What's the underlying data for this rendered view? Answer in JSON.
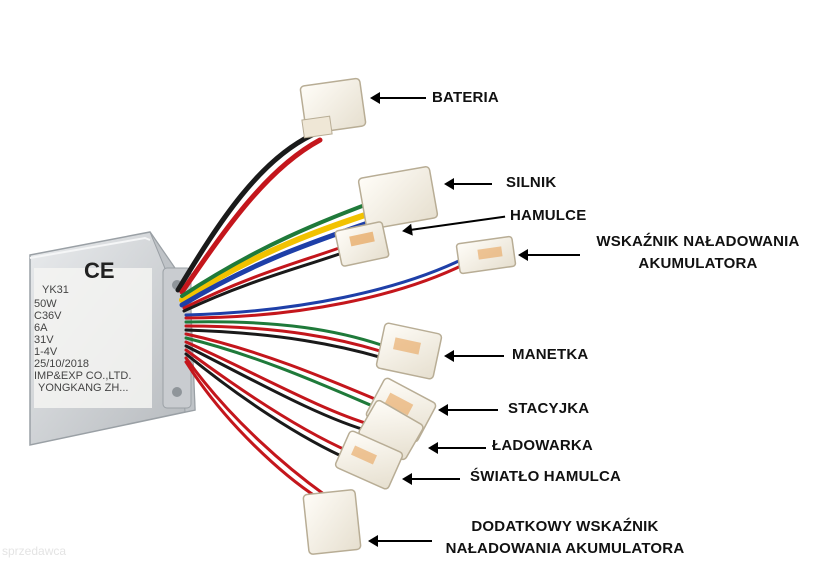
{
  "labels": {
    "bateria": "BATERIA",
    "silnik": "SILNIK",
    "hamulce": "HAMULCE",
    "wskaznik_line1": "WSKAŹNIK NAŁADOWANIA",
    "wskaznik_line2": "AKUMULATORA",
    "manetka": "MANETKA",
    "stacyjka": "STACYJKA",
    "ladowarka": "ŁADOWARKA",
    "swiatlo_hamulca": "ŚWIATŁO HAMULCA",
    "dodatkowy_line1": "DODATKOWY WSKAŹNIK",
    "dodatkowy_line2": "NAŁADOWANIA AKUMULATORA"
  },
  "controller_label": {
    "ce_mark": "CE",
    "model": "YK31",
    "line_power": "50W",
    "line_voltage": "C36V",
    "line_current": "6A",
    "line_v1": "31V",
    "line_v2": "1-4V",
    "line_date": "25/10/2018",
    "line_company": "IMP&EXP CO.,LTD.",
    "line_city": "YONGKANG ZH..."
  },
  "watermark": "sprzedawca",
  "colors": {
    "wire_black": "#1a1a1a",
    "wire_red": "#c4161c",
    "wire_yellow": "#f2c200",
    "wire_blue": "#1e3fa8",
    "wire_green": "#1f7a3a",
    "connector": "#f6f1e6",
    "case": "#d8dadc"
  }
}
